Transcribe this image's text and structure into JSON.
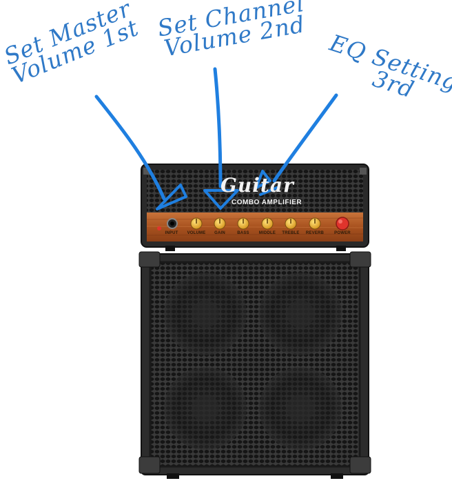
{
  "annotations": {
    "step1": {
      "line1": "Set Master",
      "line2": "Volume 1st"
    },
    "step2": {
      "line1": "Set Channel",
      "line2": "Volume 2nd"
    },
    "step3": {
      "line1": "EQ Settings",
      "line2": "3rd"
    }
  },
  "amplifier": {
    "brand": "Guitar",
    "subtitle": "COMBO AMPLIFIER",
    "controls": [
      "INPUT",
      "VOLUME",
      "GAIN",
      "BASS",
      "MIDDLE",
      "TREBLE",
      "REVERB",
      "POWER"
    ]
  },
  "colors": {
    "annotation": "#2f79c7",
    "arrow": "#1f7fe0",
    "panel_wood": "#b8602a",
    "knob": "#f0b830",
    "power_button": "#e0342c",
    "amp_body": "#1e1e1e"
  }
}
